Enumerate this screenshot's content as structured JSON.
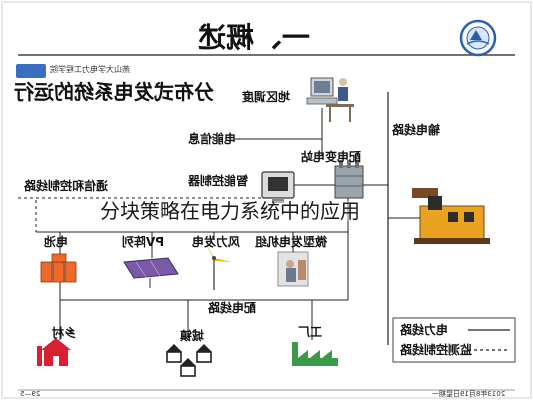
{
  "slide": {
    "title": "一、概述",
    "subtitle": "分布式发电系统的运行",
    "school_name": "燕山大学电力工程学院",
    "footer_left": "29—5",
    "footer_right": "2013年8月19日星期一"
  },
  "overlay_caption": "分块策略在电力系统中的应用",
  "diagram": {
    "regional_dispatch": "地区调度",
    "power_info": "电能信息",
    "distribution_substation": "配电变电站",
    "smart_controller": "智能控制器",
    "comm_control_line": "通信和控制线路",
    "transmission_line": "输电线路",
    "sources": [
      "电池",
      "PV阵列",
      "风力发电",
      "微型发电机组"
    ],
    "distribution_line": "配电线路",
    "loads": [
      "乡村",
      "城镇",
      "工厂"
    ]
  },
  "legend": {
    "power_line": "电力线路",
    "monitor_line": "监测控制线路"
  },
  "colors": {
    "battery": "#ef6a2a",
    "pv_panel": "#7a5aa8",
    "wind_blade": "#e6b800",
    "load_red": "#d82030",
    "factory_green": "#3a9a4a",
    "plant_orange": "#e9a320",
    "logo_blue": "#2a5fb0"
  }
}
